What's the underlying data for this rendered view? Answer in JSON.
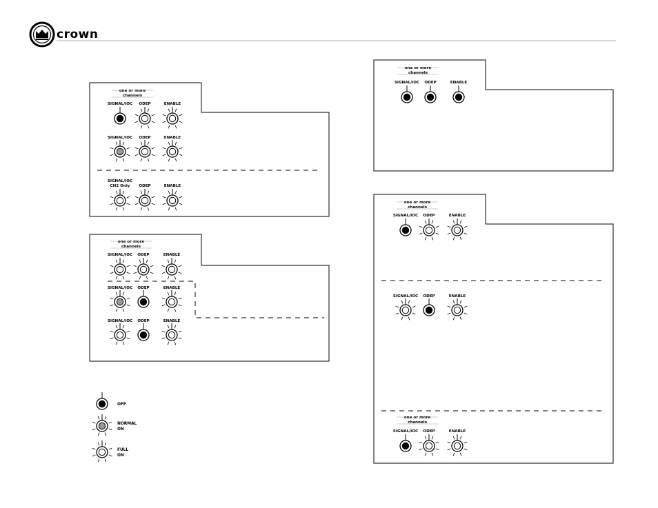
{
  "header": {
    "brand": "crown",
    "rule_color": "#bdbdbd"
  },
  "labels": {
    "note_line1": "one or more",
    "note_line2": "channels",
    "signal": "SIGNAL/IOC",
    "signal_ch2_line1": "SIGNAL/IOC",
    "signal_ch2_line2": "CH2 Only",
    "odep": "ODEP",
    "enable": "ENABLE"
  },
  "legend": [
    {
      "state": "off",
      "line1": "OFF",
      "line2": ""
    },
    {
      "state": "normal",
      "line1": "NORMAL",
      "line2": "ON"
    },
    {
      "state": "full",
      "line1": "FULL",
      "line2": "ON"
    }
  ],
  "colors": {
    "off": "#000000",
    "normal": "#9a9a9a",
    "full": "#ffffff",
    "stroke": "#000000"
  },
  "panels": [
    {
      "id": "panel-1",
      "has_note": true,
      "rows": [
        {
          "signal": "off",
          "odep": "full",
          "enable": "full"
        },
        {
          "signal": "normal",
          "odep": "full",
          "enable": "full"
        },
        {
          "signal": "full",
          "odep": "full",
          "enable": "full",
          "signal_label": "ch2"
        }
      ]
    },
    {
      "id": "panel-2",
      "has_note": true,
      "rows": [
        {
          "signal": "full",
          "odep": "full",
          "enable": "full"
        },
        {
          "signal": "normal",
          "odep": "off",
          "enable": "full"
        },
        {
          "signal": "full",
          "odep": "off",
          "enable": "full"
        }
      ]
    },
    {
      "id": "panel-3",
      "has_note": true,
      "rows": [
        {
          "signal": "off",
          "odep": "off",
          "enable": "off"
        }
      ]
    },
    {
      "id": "panel-4",
      "has_note": true,
      "rows": [
        {
          "signal": "off",
          "odep": "full",
          "enable": "full"
        },
        {
          "signal": "full",
          "odep": "off",
          "enable": "full"
        },
        {
          "signal": "off",
          "odep": "full",
          "enable": "full",
          "note": true
        }
      ]
    }
  ]
}
